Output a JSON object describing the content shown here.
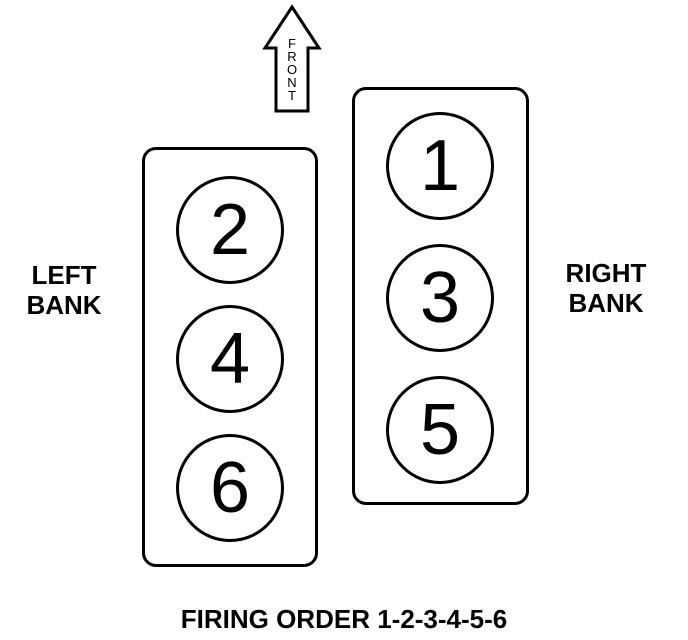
{
  "front_arrow": {
    "letters": [
      "F",
      "R",
      "O",
      "N",
      "T"
    ]
  },
  "left_bank": {
    "label_line1": "LEFT",
    "label_line2": "BANK",
    "cylinders": [
      "2",
      "4",
      "6"
    ]
  },
  "right_bank": {
    "label_line1": "RIGHT",
    "label_line2": "BANK",
    "cylinders": [
      "1",
      "3",
      "5"
    ]
  },
  "caption": "FIRING ORDER 1-2-3-4-5-6"
}
